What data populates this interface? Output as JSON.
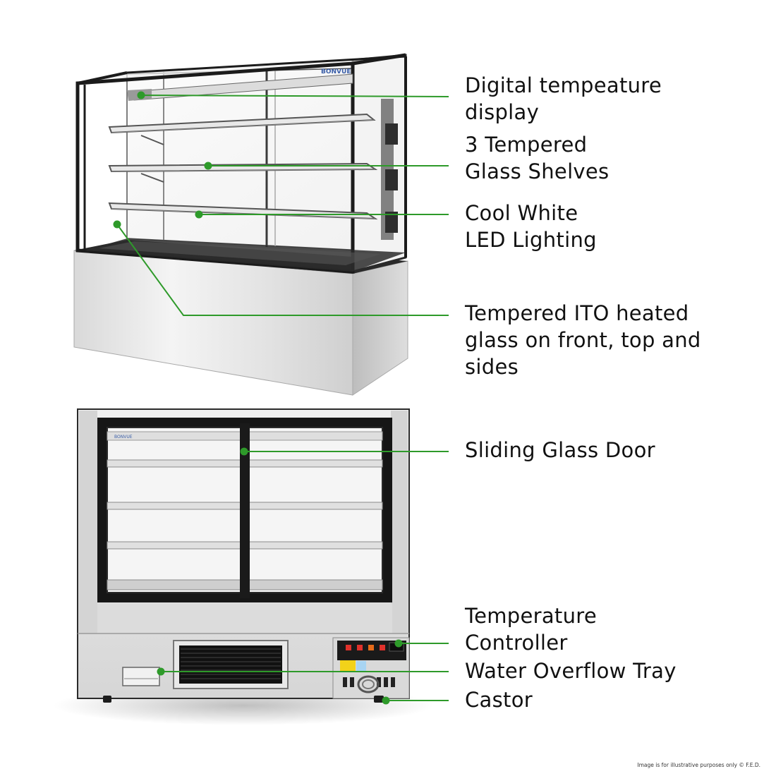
{
  "annotations": [
    {
      "id": "digital-temperature-display",
      "text": "Digital tempeature\ndisplay"
    },
    {
      "id": "tempered-glass-shelves",
      "text": "3 Tempered\nGlass Shelves"
    },
    {
      "id": "led-lighting",
      "text": "Cool White\nLED Lighting"
    },
    {
      "id": "ito-heated-glass",
      "text": "Tempered ITO heated\nglass on front, top and\nsides"
    },
    {
      "id": "sliding-glass-door",
      "text": "Sliding Glass Door"
    },
    {
      "id": "temperature-controller",
      "text": "Temperature\nController"
    },
    {
      "id": "water-overflow-tray",
      "text": "Water Overflow Tray"
    },
    {
      "id": "castor",
      "text": "Castor"
    }
  ],
  "brand_logo": "BONVUE",
  "footer": "Image is for illustrative purposes only  © F.E.D.",
  "colors": {
    "leader": "#2e9a2a",
    "steel_light": "#e6e6e6",
    "steel_mid": "#c9c9c9",
    "frame": "#1b1b1b"
  }
}
